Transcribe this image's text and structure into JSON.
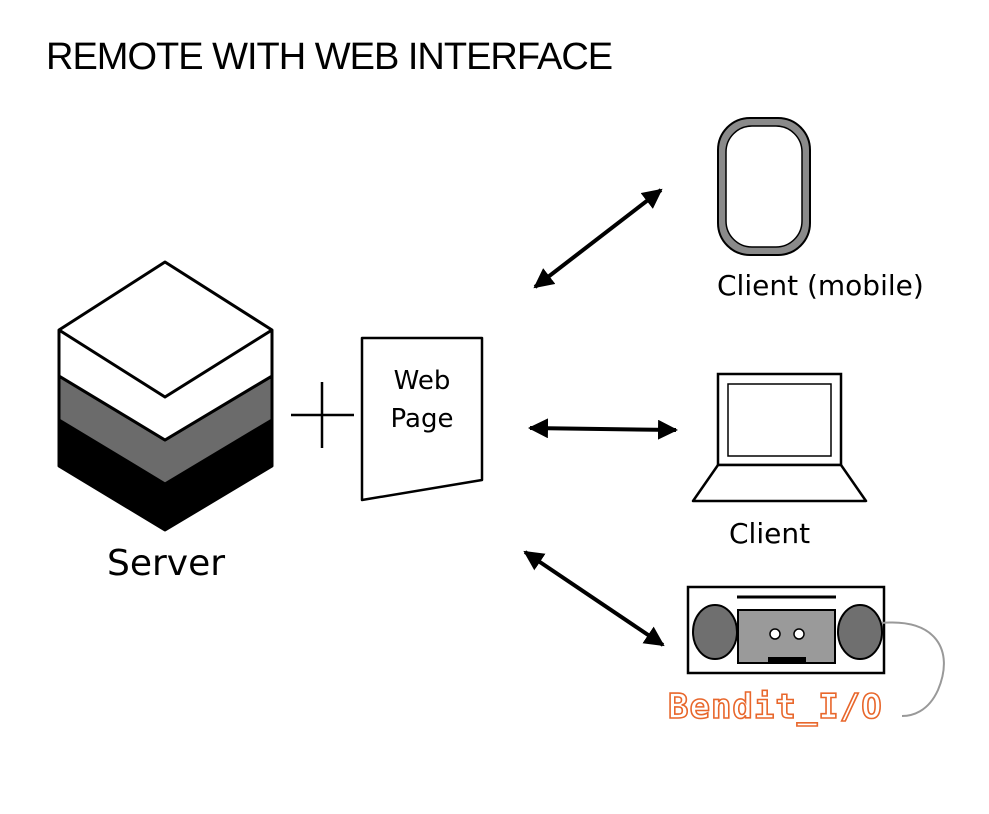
{
  "title": "REMOTE WITH WEB INTERFACE",
  "server": {
    "label": "Server"
  },
  "web_page": {
    "line1": "Web",
    "line2": "Page"
  },
  "clients": {
    "mobile": "Client (mobile)",
    "laptop": "Client",
    "device": "Bendit_I/O"
  },
  "colors": {
    "stroke": "#000000",
    "server_top": "#ffffff",
    "server_mid": "#6b6b6b",
    "server_bottom": "#000000",
    "phone_body": "#8a8a8a",
    "speaker": "#6f6f6f",
    "bendit": "#e8672c",
    "cable": "#999999"
  }
}
